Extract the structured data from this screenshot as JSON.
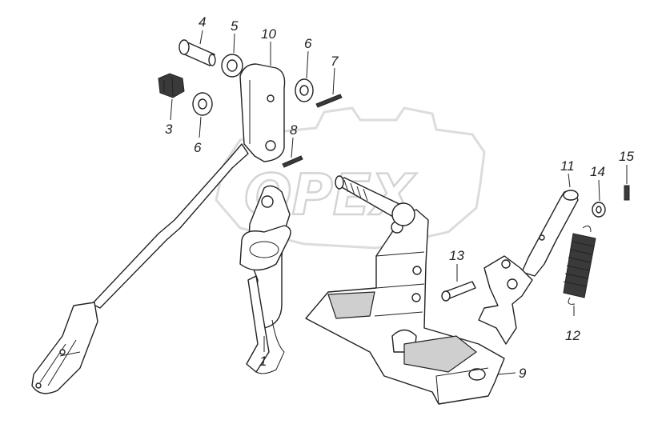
{
  "watermark": {
    "text": "OPEX"
  },
  "labels": {
    "l1": "1",
    "l3": "3",
    "l4": "4",
    "l5": "5",
    "l6a": "6",
    "l6b": "6",
    "l7": "7",
    "l8": "8",
    "l9": "9",
    "l10": "10",
    "l11": "11",
    "l12": "12",
    "l13": "13",
    "l14": "14",
    "l15": "15"
  }
}
